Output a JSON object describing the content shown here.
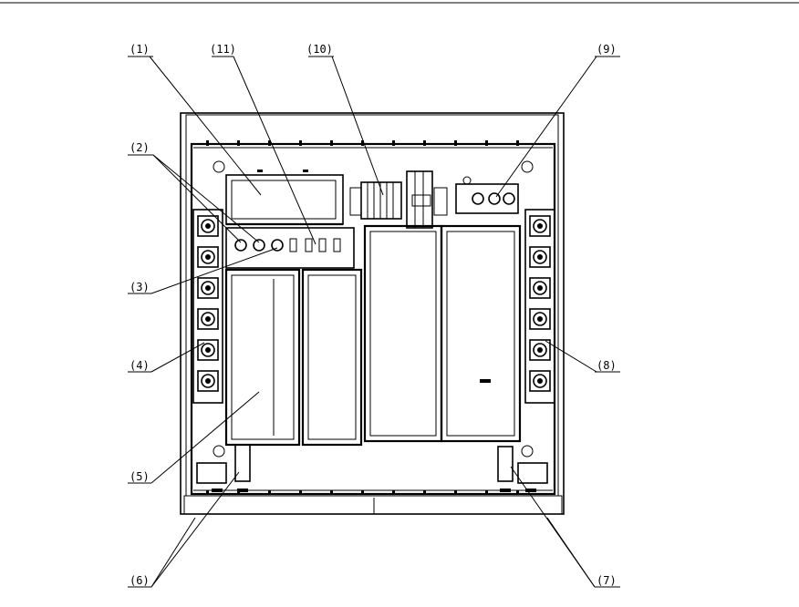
{
  "callouts": [
    {
      "id": "1",
      "text": "(1)"
    },
    {
      "id": "11",
      "text": "(11)"
    },
    {
      "id": "10",
      "text": "(10)"
    },
    {
      "id": "9",
      "text": "(9)"
    },
    {
      "id": "2",
      "text": "(2)"
    },
    {
      "id": "3",
      "text": "(3)"
    },
    {
      "id": "4",
      "text": "(4)"
    },
    {
      "id": "8",
      "text": "(8)"
    },
    {
      "id": "5",
      "text": "(5)"
    },
    {
      "id": "6",
      "text": "(6)"
    },
    {
      "id": "7",
      "text": "(7)"
    }
  ]
}
